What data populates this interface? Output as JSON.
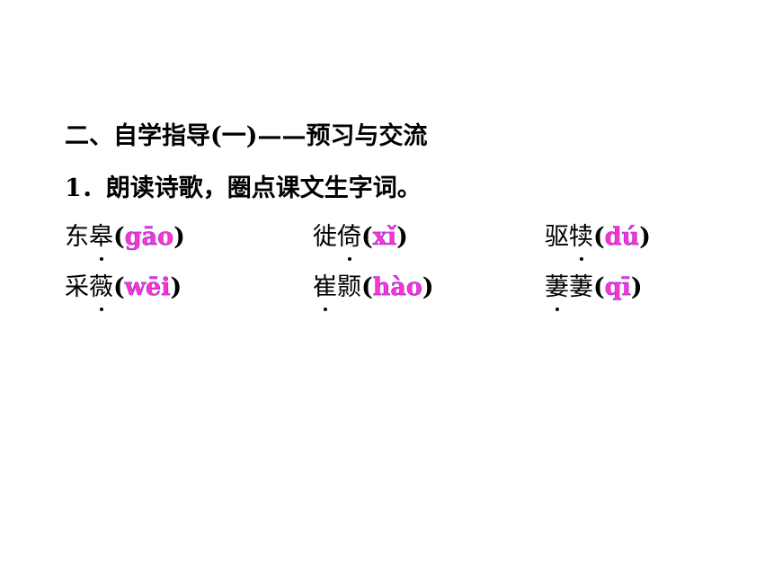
{
  "heading": "二、自学指导(一)——预习与交流",
  "instruction": "1．朗读诗歌，圈点课文生字词。",
  "colors": {
    "text": "#000000",
    "pinyin": "#ff33cc",
    "pinyin_outline": "#8a2be2"
  },
  "vocab": [
    {
      "pre": "东",
      "char": "皋",
      "post": "",
      "pinyin": "gāo"
    },
    {
      "pre": "徙",
      "char": "倚",
      "post": "",
      "pinyin": "xǐ"
    },
    {
      "pre": "驱",
      "char": "犊",
      "post": "",
      "pinyin": "dú"
    },
    {
      "pre": "采",
      "char": "薇",
      "post": "",
      "pinyin": "wēi"
    },
    {
      "pre": "",
      "char": "崔",
      "post": "颢",
      "pinyin": "hào"
    },
    {
      "pre": "",
      "char": "萋",
      "post": "萋",
      "pinyin": "qī"
    }
  ],
  "symbols": {
    "open": "(",
    "close": ")"
  }
}
